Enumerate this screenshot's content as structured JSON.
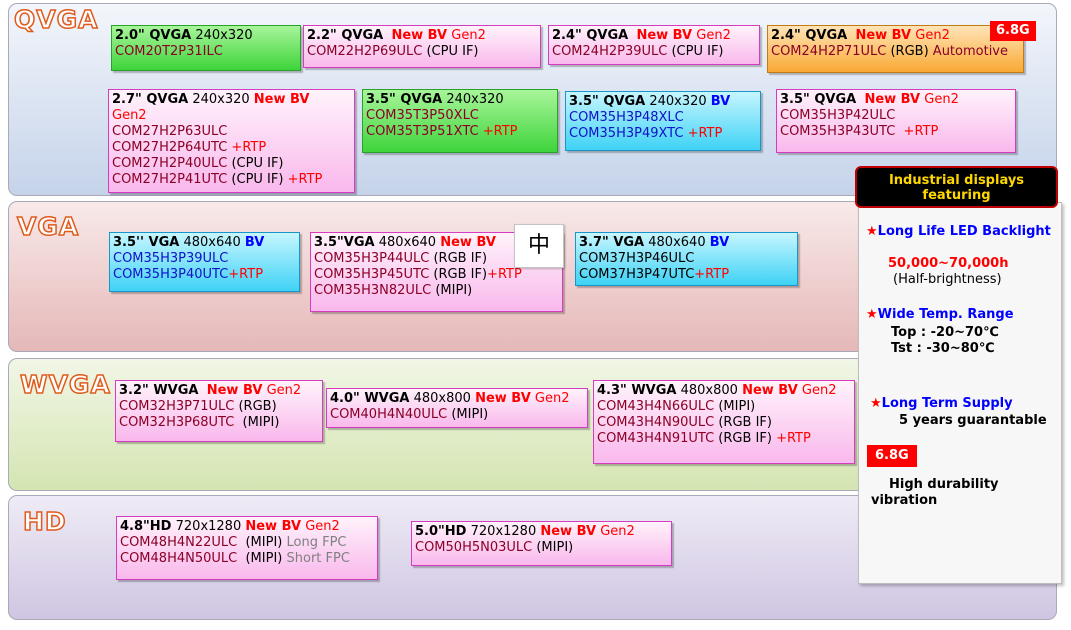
{
  "colors": {
    "accent_red": "#ff0000",
    "accent_blue": "#0000ff",
    "title_orange": "#e05a1c",
    "panel_gold": "#ffd700"
  },
  "sections": {
    "qvga": {
      "title": "QVGA"
    },
    "vga": {
      "title": "VGA"
    },
    "wvga": {
      "title": "WVGA"
    },
    "hd": {
      "title": "HD"
    }
  },
  "cards": {
    "q20": {
      "size": "2.0\" QVGA",
      "res": "240x320",
      "l1": "COM20T2P31ILC"
    },
    "q22": {
      "size": "2.2\" QVGA",
      "newbv": "New BV",
      "gen": "Gen2",
      "l1": "COM22H2P69ULC",
      "l1b": "(CPU IF)"
    },
    "q24a": {
      "size": "2.4\" QVGA",
      "newbv": "New BV",
      "gen": "Gen2",
      "l1": "COM24H2P39ULC",
      "l1b": "(CPU IF)"
    },
    "q24b": {
      "size": "2.4\" QVGA",
      "newbv": "New BV",
      "gen": "Gen2",
      "l1": "COM24H2P71ULC",
      "l1b": "(RGB)",
      "l1c": "Automotive",
      "badge": "6.8G"
    },
    "q27": {
      "size": "2.7\" QVGA",
      "res": "240x320",
      "newbv": "New BV",
      "gen": "Gen2",
      "l1": "COM27H2P63ULC",
      "l2": "COM27H2P64UTC",
      "l2b": "+RTP",
      "l3": "COM27H2P40ULC",
      "l3b": "(CPU IF)",
      "l4": "COM27H2P41UTC",
      "l4b": "(CPU IF)",
      "l4c": "+RTP"
    },
    "q35a": {
      "size": "3.5\" QVGA",
      "res": "240x320",
      "l1": "COM35T3P50XLC",
      "l2": "COM35T3P51XTC",
      "l2b": "+RTP"
    },
    "q35b": {
      "size": "3.5\" QVGA",
      "res": "240x320",
      "bv": "BV",
      "l1": "COM35H3P48XLC",
      "l2": "COM35H3P49XTC",
      "l2b": "+RTP"
    },
    "q35c": {
      "size": "3.5\" QVGA",
      "newbv": "New BV",
      "gen": "Gen2",
      "l1": "COM35H3P42ULC",
      "l2": "COM35H3P43UTC",
      "l2b": "+RTP"
    },
    "v35a": {
      "size": "3.5'' VGA",
      "res": "480x640",
      "bv": "BV",
      "l1": "COM35H3P39ULC",
      "l2": "COM35H3P40UTC",
      "l2b": "+RTP"
    },
    "v35b": {
      "size": "3.5\"VGA",
      "res": "480x640",
      "newbv": "New BV",
      "l1": "COM35H3P44ULC",
      "l1b": "(RGB IF)",
      "l2": "COM35H3P45UTC",
      "l2b": "(RGB IF)",
      "l2c": "+RTP",
      "l3": "COM35H3N82ULC",
      "l3b": "(MIPI)"
    },
    "v37": {
      "size": "3.7\" VGA",
      "res": "480x640",
      "bv": "BV",
      "l1": "COM37H3P46ULC",
      "l2": "COM37H3P47UTC",
      "l2b": "+RTP"
    },
    "w32": {
      "size": "3.2\" WVGA",
      "newbv": "New BV",
      "gen": "Gen2",
      "l1": "COM32H3P71ULC",
      "l1b": "(RGB)",
      "l2": "COM32H3P68UTC",
      "l2b": "(MIPI)"
    },
    "w40": {
      "size": "4.0\" WVGA",
      "res": "480x800",
      "newbv": "New BV",
      "gen": "Gen2",
      "l1": "COM40H4N40ULC",
      "l1b": "(MIPI)"
    },
    "w43": {
      "size": "4.3\" WVGA",
      "res": "480x800",
      "newbv": "New BV",
      "gen": "Gen2",
      "l1": "COM43H4N66ULC",
      "l1b": "(MIPI)",
      "l2": "COM43H4N90ULC",
      "l2b": "(RGB IF)",
      "l3": "COM43H4N91UTC",
      "l3b": "(RGB IF)",
      "l3c": "+RTP"
    },
    "h48": {
      "size": "4.8\"HD",
      "res": "720x1280",
      "newbv": "New BV",
      "gen": "Gen2",
      "l1": "COM48H4N22ULC",
      "l1b": "(MIPI)",
      "l1c": "Long FPC",
      "l2": "COM48H4N50ULC",
      "l2b": "(MIPI)",
      "l2c": "Short FPC"
    },
    "h50": {
      "size": "5.0\"HD",
      "res": "720x1280",
      "newbv": "New BV",
      "gen": "Gen2",
      "l1": "COM50H5N03ULC",
      "l1b": "(MIPI)"
    }
  },
  "industrial": {
    "title_1": "Industrial displays",
    "title_2": "featuring",
    "star": "★",
    "f1_title": "Long Life LED Backlight",
    "f1_value": "50,000~70,000h",
    "f1_note": "(Half-brightness)",
    "f2_title": "Wide Temp. Range",
    "f2_top": "Top : -20~70℃",
    "f2_tst": "Tst  : -30~80℃",
    "f3_title": "Long Term Supply",
    "f3_note": "5 years guarantable",
    "badge": "6.8G",
    "f4_title": "High durability",
    "f4_sub": "vibration"
  },
  "ime_indicator": "中"
}
